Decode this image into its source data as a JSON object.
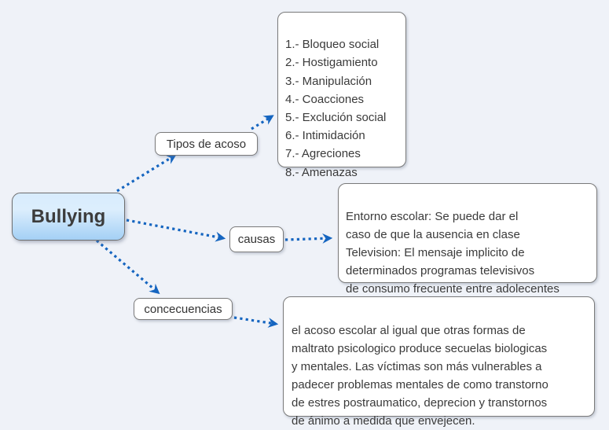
{
  "colors": {
    "background": "#eff2f8",
    "accent": "#1565c0",
    "node-border": "#7a7a7a",
    "root-fill-top": "#d8ecfd",
    "root-fill-bottom": "#a4d0f5",
    "text": "#3c3c3c"
  },
  "root": {
    "label": "Bullying"
  },
  "branches": [
    {
      "label": "Tipos de acoso",
      "details": [
        "1.- Bloqueo social",
        "2.- Hostigamiento",
        "3.- Manipulación",
        "4.- Coacciones",
        "5.- Exclución social",
        "6.- Intimidación",
        "7.- Agreciones",
        "8.- Amenazas"
      ]
    },
    {
      "label": "causas",
      "details": [
        "Entorno escolar: Se puede dar el",
        "caso de que la ausencia en clase",
        "Television: El mensaje implicito de",
        "determinados programas televisivos",
        "de consumo frecuente entre adolecentes"
      ]
    },
    {
      "label": "concecuencias",
      "details": [
        "el acoso escolar al igual que otras formas de",
        "maltrato psicologico produce secuelas biologicas",
        "y mentales. Las víctimas son más vulnerables a",
        "padecer problemas mentales de como transtorno",
        "de estres postraumatico, deprecion y transtornos",
        "de ánimo a medida que envejecen."
      ]
    }
  ]
}
